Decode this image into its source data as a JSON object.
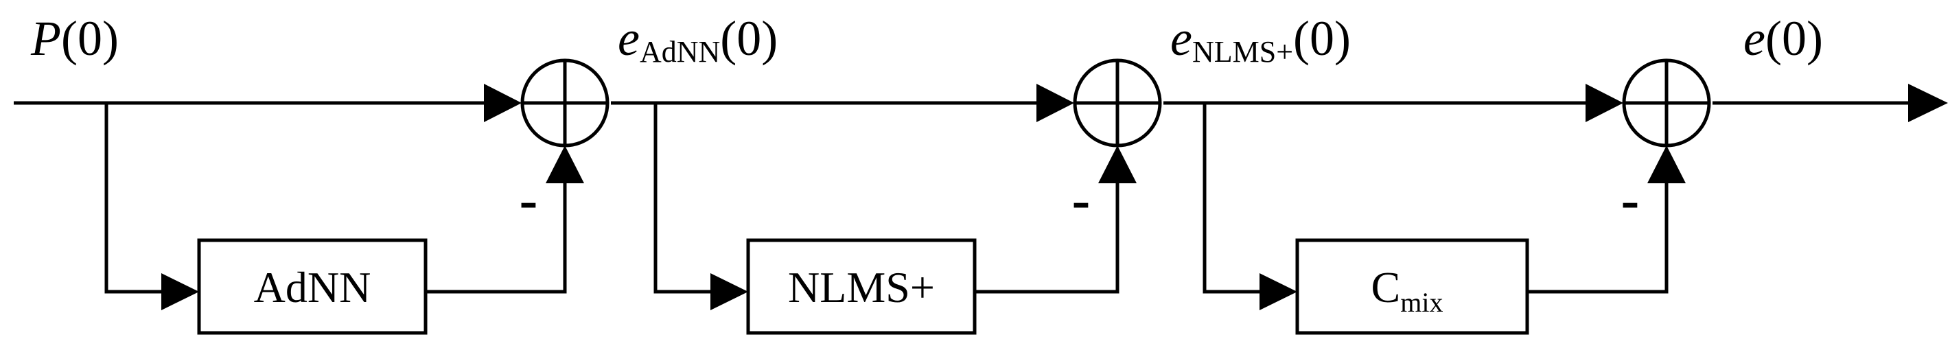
{
  "signals": {
    "input": {
      "main": "P",
      "arg": "(0)"
    },
    "after_adnn": {
      "main": "e",
      "sub": "AdNN",
      "arg": "(0)"
    },
    "after_nlms": {
      "main": "e",
      "sub": "NLMS+",
      "arg": "(0)"
    },
    "output": {
      "main": "e",
      "arg": "(0)"
    }
  },
  "blocks": {
    "adnn": {
      "label": "AdNN"
    },
    "nlms": {
      "label": "NLMS+"
    },
    "cmix": {
      "main": "C",
      "sub": "mix"
    }
  },
  "summing_junctions": {
    "minus_sign": "-"
  }
}
